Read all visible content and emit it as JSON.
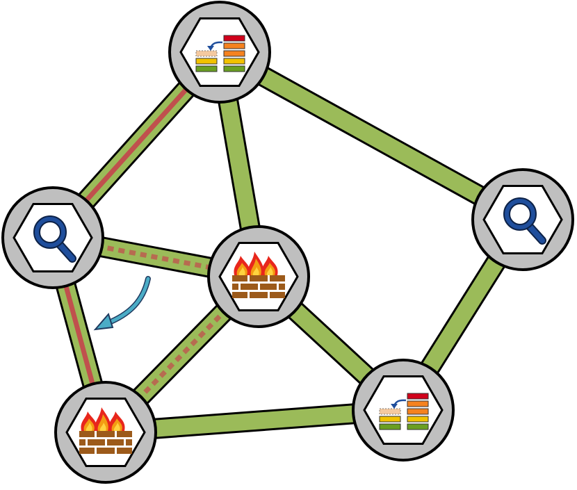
{
  "colors": {
    "link": "#9bbb59",
    "link_outline": "#000000",
    "active_path": "#c0504d",
    "node_ring": "#bfbfbf",
    "node_inner": "#ffffff",
    "arrow": "#4bacc6",
    "magnifier": "#1f4e9c",
    "brick": "#9c5a1a",
    "flame_outer": "#e8261c",
    "flame_mid": "#f39c12",
    "flame_inner": "#ffd23f",
    "bar_red": "#d0021b",
    "bar_orange": "#f5821f",
    "bar_yellow": "#f2c200",
    "bar_green": "#6a9f22",
    "bar_ghost": "#f4c9a0"
  },
  "nodes": [
    {
      "id": "top",
      "icon": "level-bars-icon"
    },
    {
      "id": "left",
      "icon": "magnifier-icon"
    },
    {
      "id": "center",
      "icon": "firewall-icon"
    },
    {
      "id": "right",
      "icon": "magnifier-icon"
    },
    {
      "id": "bottom-left",
      "icon": "firewall-icon"
    },
    {
      "id": "bottom-right",
      "icon": "level-bars-icon"
    }
  ],
  "links": [
    {
      "from": "top",
      "to": "left",
      "path": "solid"
    },
    {
      "from": "top",
      "to": "center",
      "path": "none"
    },
    {
      "from": "top",
      "to": "right",
      "path": "none"
    },
    {
      "from": "left",
      "to": "center",
      "path": "dotted"
    },
    {
      "from": "left",
      "to": "bottom-left",
      "path": "solid"
    },
    {
      "from": "center",
      "to": "bottom-left",
      "path": "dotted"
    },
    {
      "from": "center",
      "to": "bottom-right",
      "path": "none"
    },
    {
      "from": "right",
      "to": "bottom-right",
      "path": "none"
    },
    {
      "from": "bottom-left",
      "to": "bottom-right",
      "path": "none"
    }
  ],
  "reroute_arrow": {
    "icon": "curved-arrow-icon",
    "from": "left-center-link",
    "to": "left-bottom-left-link"
  }
}
